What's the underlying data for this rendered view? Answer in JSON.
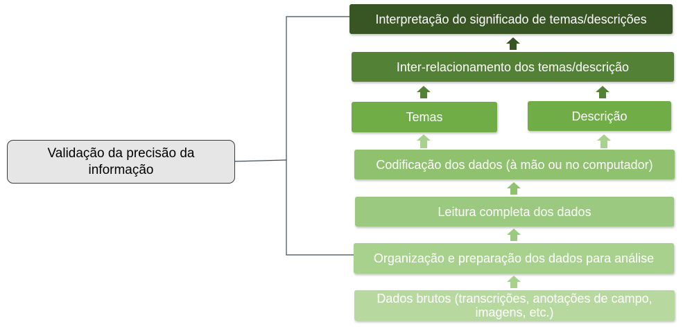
{
  "validation": {
    "label": "Validação da precisão da informação"
  },
  "steps": {
    "interpretation": "Interpretação do significado de temas/descrições",
    "interrelation": "Inter-relacionamento dos temas/descrição",
    "themes": "Temas",
    "description": "Descrição",
    "coding": "Codificação dos dados (à mão ou no computador)",
    "reading": "Leitura completa dos dados",
    "organization": "Organização e preparação dos dados para análise",
    "raw_data": "Dados brutos (transcrições, anotações  de campo, imagens, etc.)"
  },
  "colors": {
    "interpretation": "#375623",
    "interrelation": "#538135",
    "themes": "#70ad47",
    "coding": "#8fc16f",
    "reading": "#9ac97f",
    "organization": "#a9d18e",
    "raw_data": "#b7d9a0",
    "validation_fill": "#e7e6e6",
    "connector": "#3a4a5a"
  }
}
